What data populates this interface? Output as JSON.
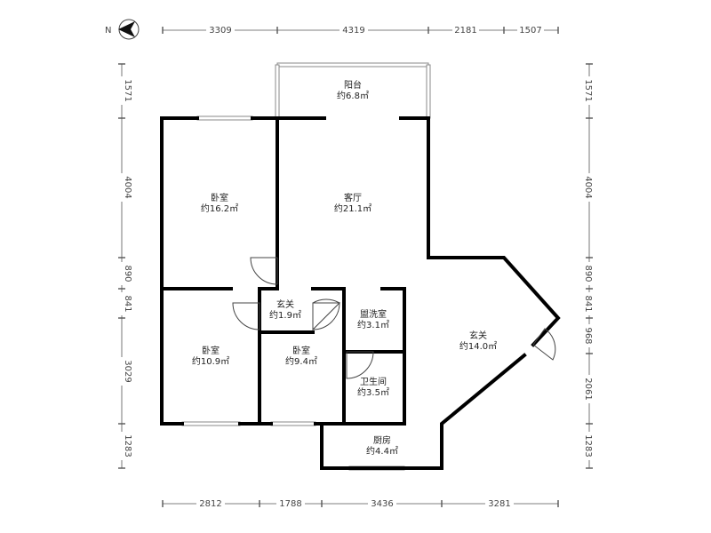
{
  "compass": {
    "label": "N",
    "icon": "north-arrow-icon"
  },
  "rooms": [
    {
      "id": "balcony",
      "name": "阳台",
      "area": "约6.8㎡"
    },
    {
      "id": "bedroom-a",
      "name": "卧室",
      "area": "约16.2㎡"
    },
    {
      "id": "living",
      "name": "客厅",
      "area": "约21.1㎡"
    },
    {
      "id": "foyer-small",
      "name": "玄关",
      "area": "约1.9㎡"
    },
    {
      "id": "laundry",
      "name": "盥洗室",
      "area": "约3.1㎡"
    },
    {
      "id": "bedroom-b",
      "name": "卧室",
      "area": "约10.9㎡"
    },
    {
      "id": "bedroom-c",
      "name": "卧室",
      "area": "约9.4㎡"
    },
    {
      "id": "bathroom",
      "name": "卫生间",
      "area": "约3.5㎡"
    },
    {
      "id": "foyer-large",
      "name": "玄关",
      "area": "约14.0㎡"
    },
    {
      "id": "kitchen",
      "name": "厨房",
      "area": "约4.4㎡"
    }
  ],
  "dimensions": {
    "top": [
      "3309",
      "4319",
      "2181",
      "1507"
    ],
    "bottom": [
      "2812",
      "1788",
      "3436",
      "3281"
    ],
    "left": [
      "1571",
      "4004",
      "890",
      "841",
      "3029",
      "1283"
    ],
    "right": [
      "1571",
      "4004",
      "890",
      "841",
      "968",
      "2061",
      "1283"
    ]
  }
}
